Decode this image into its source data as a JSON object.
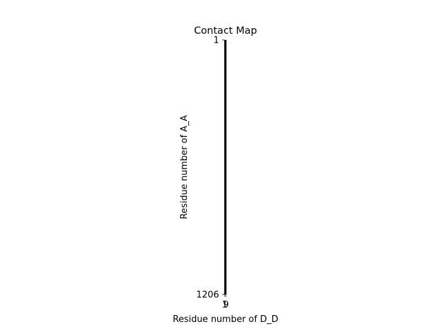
{
  "chart_data": {
    "type": "heatmap",
    "title": "Contact Map",
    "xlabel": "Residue number of D_D",
    "ylabel": "Residue number of A_A",
    "x_ticks": [
      "1",
      "9"
    ],
    "y_ticks": [
      "1",
      "1206"
    ],
    "xlim": [
      1,
      9
    ],
    "ylim": [
      1,
      1206
    ],
    "y_inverted": true,
    "grid": false,
    "legend": "none",
    "colors": {
      "cells": "#000000",
      "background": "#ffffff"
    }
  }
}
